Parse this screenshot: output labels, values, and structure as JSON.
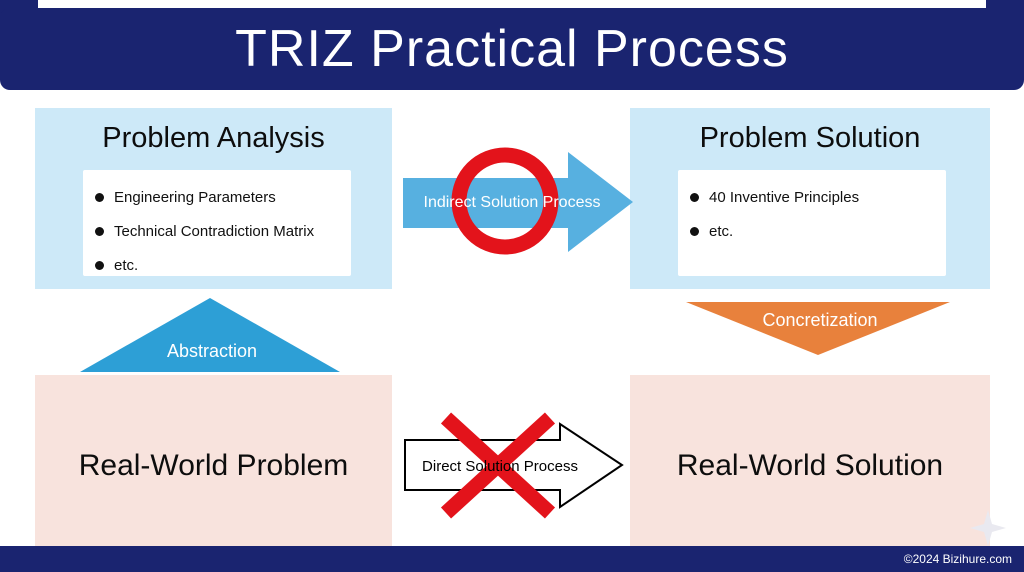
{
  "header": {
    "title": "TRIZ Practical Process"
  },
  "boxes": {
    "problem_analysis": {
      "title": "Problem Analysis",
      "bullets": [
        "Engineering Parameters",
        "Technical Contradiction Matrix",
        "etc."
      ]
    },
    "problem_solution": {
      "title": "Problem Solution",
      "bullets": [
        "40 Inventive Principles",
        "etc."
      ]
    },
    "real_world_problem": {
      "title": "Real-World Problem"
    },
    "real_world_solution": {
      "title": "Real-World Solution"
    }
  },
  "arrows": {
    "indirect": {
      "label": "Indirect Solution Process",
      "mark": "ok-circle"
    },
    "direct": {
      "label": "Direct Solution Process",
      "mark": "no-cross"
    }
  },
  "transforms": {
    "abstraction": {
      "label": "Abstraction"
    },
    "concretization": {
      "label": "Concretization"
    }
  },
  "footer": {
    "copyright": "©2024 Bizihure.com"
  },
  "colors": {
    "navy": "#1a2470",
    "light_blue": "#cde9f8",
    "arrow_blue": "#57b0e0",
    "triangle_blue": "#2d9fd6",
    "orange": "#e8813c",
    "pink": "#f8e3dd",
    "red": "#e3131b",
    "white": "#ffffff"
  }
}
